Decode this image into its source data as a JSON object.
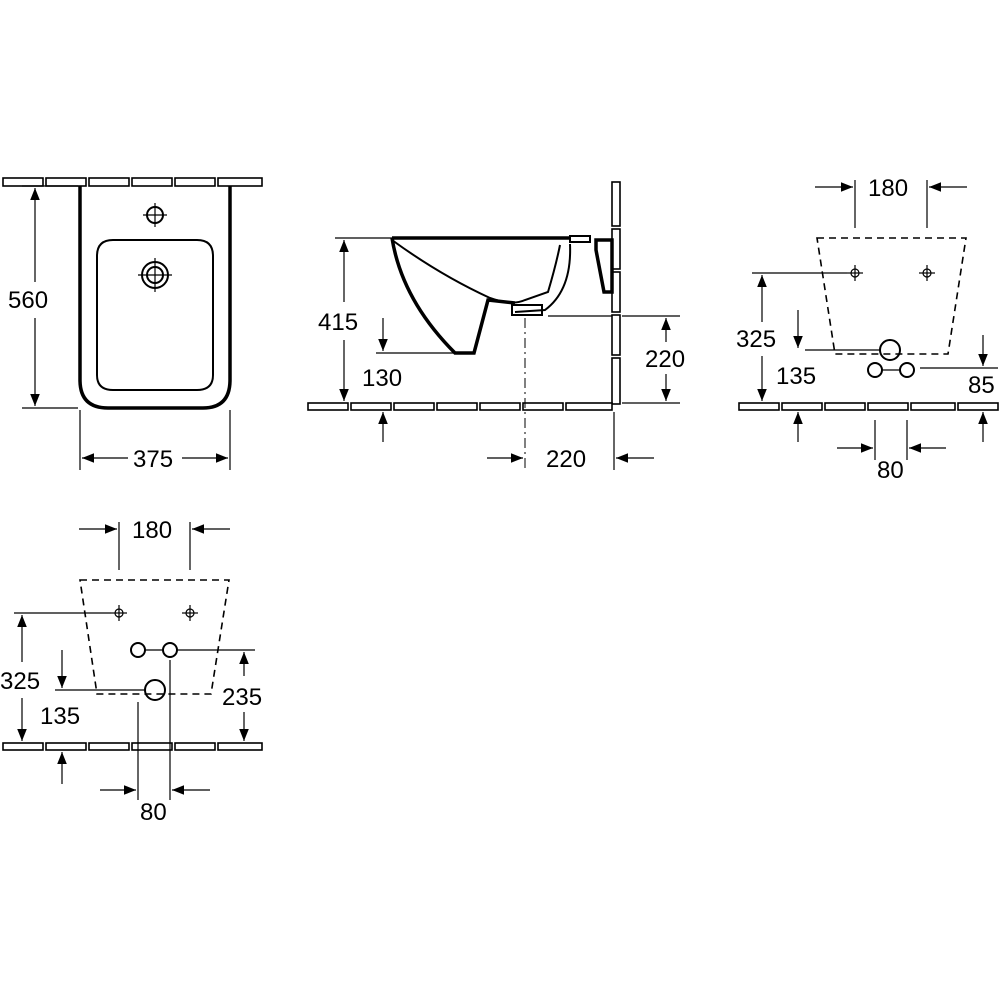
{
  "dimensions": {
    "front_height": "560",
    "front_width": "375",
    "side_height": "415",
    "side_floor": "130",
    "side_pipe_height": "220",
    "side_projection": "220",
    "rear1_spacing": "180",
    "rear1_height": "325",
    "rear1_lower": "135",
    "rear1_offset": "85",
    "rear1_pipe_spacing": "80",
    "rear2_spacing": "180",
    "rear2_height": "325",
    "rear2_lower": "135",
    "rear2_mid": "235",
    "rear2_pipe_spacing": "80"
  }
}
